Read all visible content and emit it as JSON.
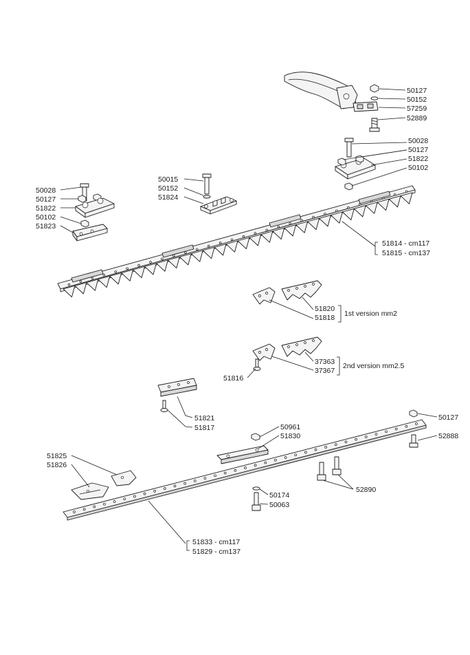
{
  "labels": {
    "p50127_top": "50127",
    "p50152_top": "50152",
    "p57259": "57259",
    "p52889": "52889",
    "p50028_r": "50028",
    "p50127_r": "50127",
    "p51822_r": "51822",
    "p50102_r": "50102",
    "p50015": "50015",
    "p50152_m": "50152",
    "p51824": "51824",
    "p50028_l": "50028",
    "p50127_l": "50127",
    "p51822_l": "51822",
    "p50102_l": "50102",
    "p51823": "51823",
    "p51814": "51814 - cm117",
    "p51815": "51815 - cm137",
    "p51820": "51820",
    "p51818": "51818",
    "v1": "1st version mm2",
    "p37363": "37363",
    "p37367": "37367",
    "v2": "2nd version mm2.5",
    "p51816": "51816",
    "p51821": "51821",
    "p51817": "51817",
    "p50127_b": "50127",
    "p52888": "52888",
    "p50961": "50961",
    "p51830": "51830",
    "p51825": "51825",
    "p51826": "51826",
    "p52890": "52890",
    "p50174": "50174",
    "p50063": "50063",
    "p51833": "51833 - cm117",
    "p51829": "51829 - cm137"
  }
}
